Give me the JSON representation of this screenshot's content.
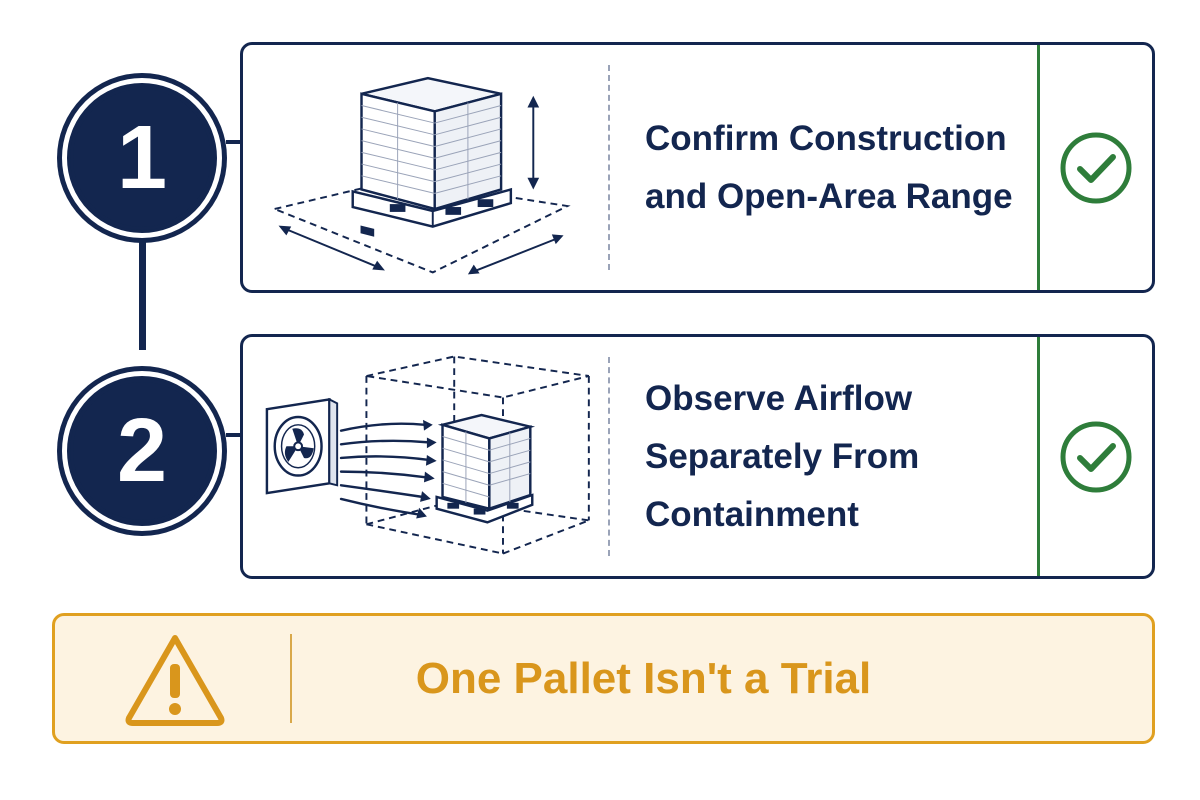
{
  "steps": [
    {
      "number": "1",
      "title": "Confirm Construction\nand Open-Area Range",
      "illustration_icon": "pallet-dimension-icon",
      "status_icon": "check-circle-icon"
    },
    {
      "number": "2",
      "title": "Observe Airflow\nSeparately From\nContainment",
      "illustration_icon": "fan-airflow-pallet-icon",
      "status_icon": "check-circle-icon"
    }
  ],
  "warning": {
    "icon": "warning-triangle-icon",
    "text": "One Pallet Isn't a Trial"
  },
  "colors": {
    "navy": "#13264f",
    "green": "#2e7d3a",
    "amber": "#d9961c",
    "amber_bg": "#fdf3e1"
  }
}
